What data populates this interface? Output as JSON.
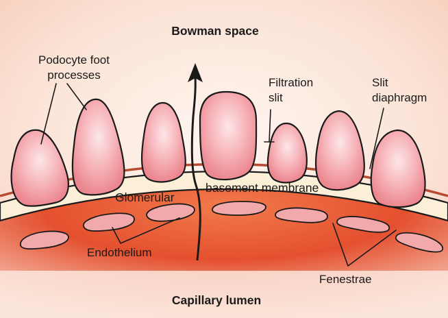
{
  "labels": {
    "bowman_space": "Bowman space",
    "capillary_lumen": "Capillary lumen",
    "podocyte_line1": "Podocyte foot",
    "podocyte_line2": "processes",
    "filtration_line1": "Filtration",
    "filtration_line2": "slit",
    "slit_line1": "Slit",
    "slit_line2": "diaphragm",
    "gbm_left": "Glomerular",
    "gbm_right": "basement membrane",
    "endothelium": "Endothelium",
    "fenestrae": "Fenestrae"
  },
  "colors": {
    "bowman_space": "#fbe3d6",
    "capillary_lumen": "#e4502f",
    "basement_membrane": "#fcefd8",
    "podocyte_fill": "#f08f97",
    "podocyte_highlight": "#fde6e8",
    "slit_diaphragm_line": "#b84a32",
    "fenestra_fill": "#f2a9ac",
    "outline": "#1a1a1a"
  }
}
